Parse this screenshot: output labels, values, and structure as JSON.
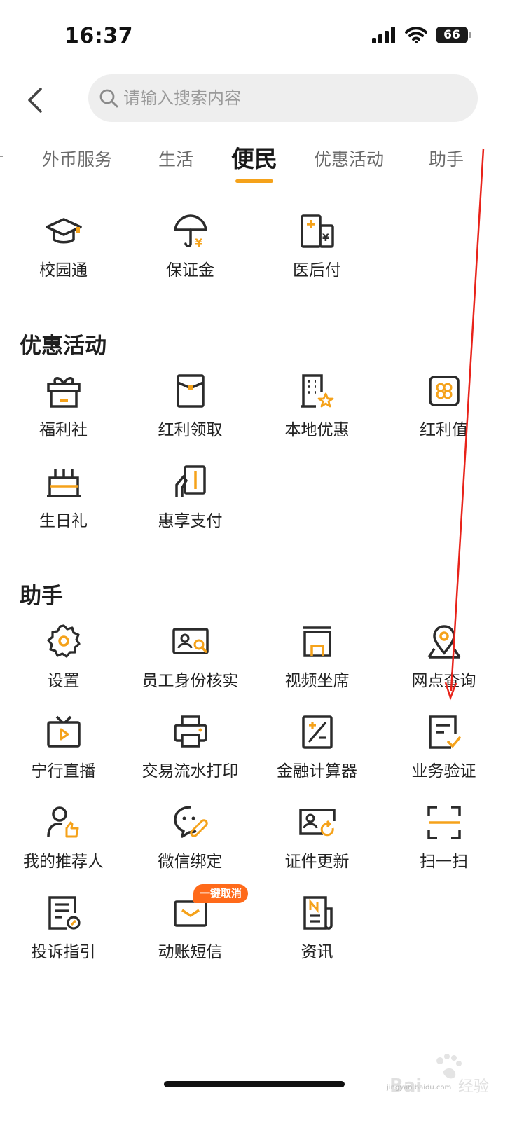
{
  "status_bar": {
    "time": "16:37",
    "battery": "66"
  },
  "search": {
    "placeholder": "请输入搜索内容"
  },
  "tabs": [
    {
      "label": "外币服务"
    },
    {
      "label": "生活"
    },
    {
      "label": "便民"
    },
    {
      "label": "优惠活动"
    },
    {
      "label": "助手"
    }
  ],
  "convenience": {
    "items": [
      {
        "label": "校园通",
        "icon": "graduation-cap-icon"
      },
      {
        "label": "保证金",
        "icon": "umbrella-yen-icon"
      },
      {
        "label": "医后付",
        "icon": "hospital-yen-icon"
      }
    ]
  },
  "promotions": {
    "title": "优惠活动",
    "items": [
      {
        "label": "福利社",
        "icon": "gift-icon"
      },
      {
        "label": "红利领取",
        "icon": "red-envelope-icon"
      },
      {
        "label": "本地优惠",
        "icon": "building-star-icon"
      },
      {
        "label": "红利值",
        "icon": "bonus-card-icon"
      },
      {
        "label": "生日礼",
        "icon": "birthday-cake-icon"
      },
      {
        "label": "惠享支付",
        "icon": "hand-pay-icon"
      }
    ]
  },
  "assistant": {
    "title": "助手",
    "items": [
      {
        "label": "设置",
        "icon": "gear-icon"
      },
      {
        "label": "员工身份核实",
        "icon": "id-card-search-icon"
      },
      {
        "label": "视频坐席",
        "icon": "video-seat-icon"
      },
      {
        "label": "网点查询",
        "icon": "location-pin-icon"
      },
      {
        "label": "宁行直播",
        "icon": "tv-play-icon"
      },
      {
        "label": "交易流水打印",
        "icon": "printer-icon"
      },
      {
        "label": "金融计算器",
        "icon": "calculator-icon"
      },
      {
        "label": "业务验证",
        "icon": "document-check-icon"
      },
      {
        "label": "我的推荐人",
        "icon": "person-thumbs-up-icon"
      },
      {
        "label": "微信绑定",
        "icon": "wechat-link-icon"
      },
      {
        "label": "证件更新",
        "icon": "id-card-refresh-icon"
      },
      {
        "label": "扫一扫",
        "icon": "scan-icon"
      },
      {
        "label": "投诉指引",
        "icon": "complaint-guide-icon"
      },
      {
        "label": "动账短信",
        "icon": "sms-envelope-icon"
      },
      {
        "label": "资讯",
        "icon": "news-icon"
      }
    ],
    "sms_badge": "一键取消"
  },
  "colors": {
    "accent": "#f5a21a",
    "icon_stroke": "#2b2b2b",
    "badge": "#ff6a1a",
    "annotation_arrow": "#e8231a"
  },
  "watermark": {
    "text": "jingyan.baidu.com"
  }
}
